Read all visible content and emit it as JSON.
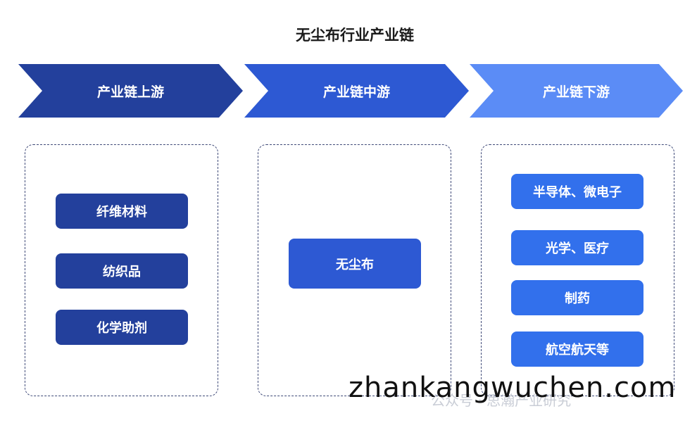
{
  "title": "无尘布行业产业链",
  "stages": [
    {
      "label": "产业链上游",
      "color": "#23409c",
      "items": [
        "纤维材料",
        "纺织品",
        "化学助剂"
      ]
    },
    {
      "label": "产业链中游",
      "color": "#2d59d3",
      "items": [
        "无尘布"
      ]
    },
    {
      "label": "产业链下游",
      "color": "#5b8cf6",
      "items": [
        "半导体、微电子",
        "光学、医疗",
        "制药",
        "航空航天等"
      ]
    }
  ],
  "watermark": "zhankangwuchen.com",
  "watermark_faint": "公众号 · 思瀚产业研究"
}
